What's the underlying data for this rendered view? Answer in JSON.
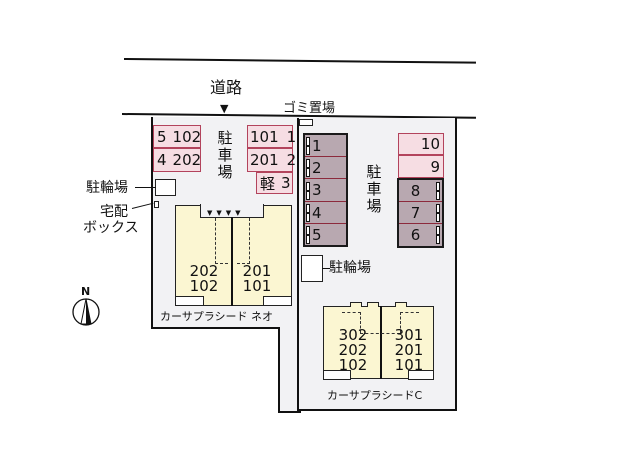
{
  "road": {
    "label": "道路",
    "marker": "▼"
  },
  "garbage": {
    "label": "ゴミ置場"
  },
  "compass": {
    "letter": "N"
  },
  "left_lot": {
    "parking_label": "駐車場",
    "bicycle_label": "駐輪場",
    "delivery_box_label_1": "宅配",
    "delivery_box_label_2": "ボックス",
    "slots_left": [
      {
        "no": "5",
        "unit": "102"
      },
      {
        "no": "4",
        "unit": "202"
      }
    ],
    "slots_right": [
      {
        "unit": "101",
        "no": "1"
      },
      {
        "unit": "201",
        "no": "2"
      },
      {
        "unit": "軽",
        "no": "3"
      }
    ],
    "building": {
      "name": "カーサプラシード ネオ",
      "left_units": [
        "202",
        "102"
      ],
      "right_units": [
        "201",
        "101"
      ]
    }
  },
  "right_lot": {
    "parking_label": "駐車場",
    "bicycle_label": "駐輪場",
    "dark_slots_left": [
      "1",
      "2",
      "3",
      "4",
      "5"
    ],
    "pink_slots_right": [
      "10",
      "9"
    ],
    "dark_slots_right": [
      "8",
      "7",
      "6"
    ],
    "building": {
      "name": "カーサプラシードC",
      "left_units": [
        "302",
        "202",
        "102"
      ],
      "right_units": [
        "301",
        "201",
        "101"
      ]
    }
  },
  "colors": {
    "pink_slot": "#f6dde3",
    "pink_border": "#b3435c",
    "dark_slot": "#b8a8b0",
    "building": "#fbf6d2",
    "lot": "#f2f2f4"
  }
}
